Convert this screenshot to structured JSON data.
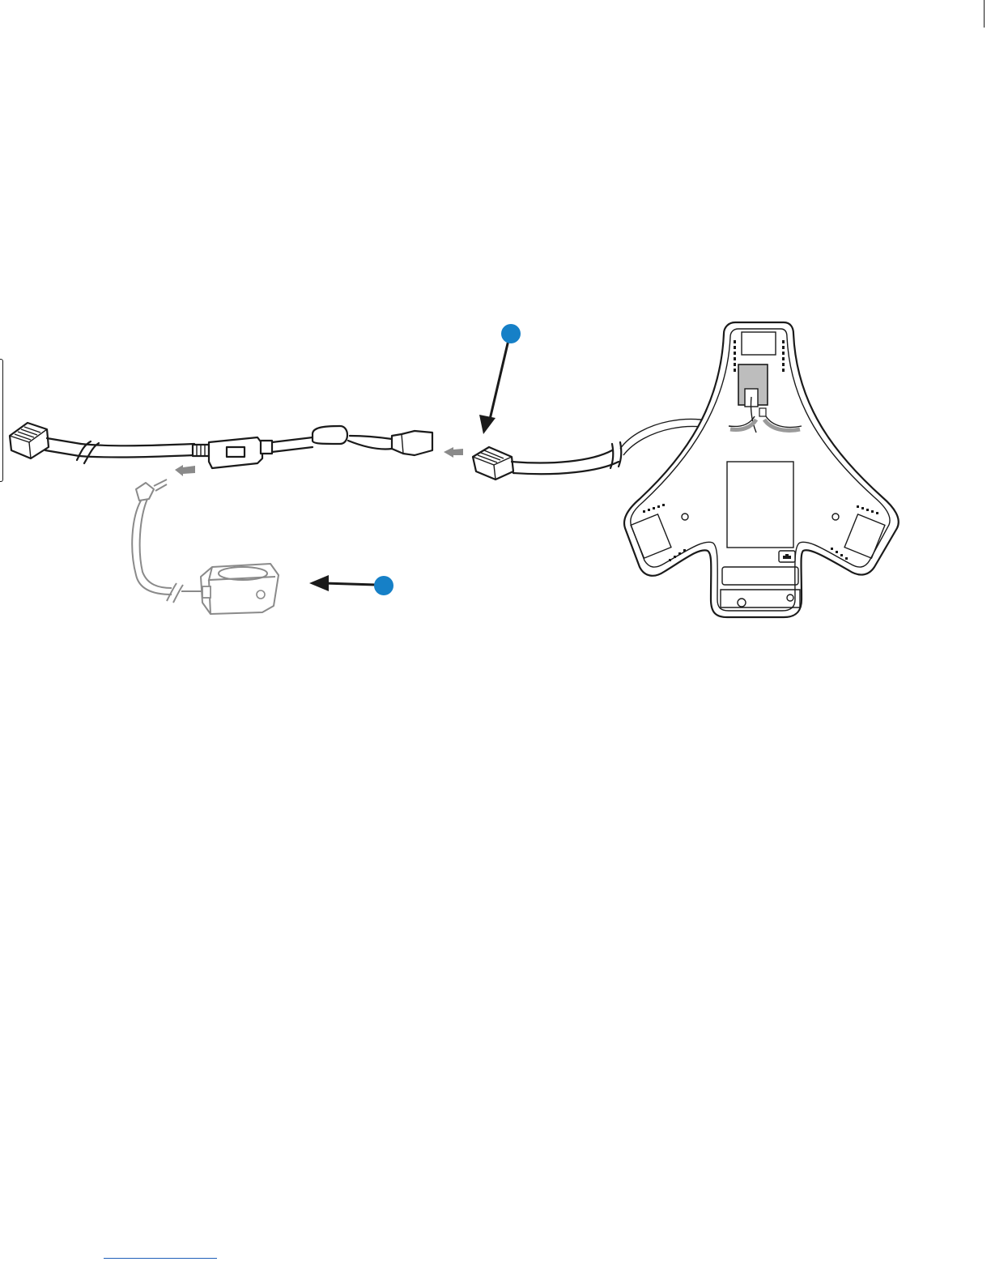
{
  "diagram": {
    "callouts": [
      {
        "id": "callout-1",
        "color": "#1680c7"
      },
      {
        "id": "callout-2",
        "color": "#1680c7"
      }
    ],
    "parts": [
      "rj11-plug-icon",
      "splitter-cable",
      "inline-adapter",
      "coupler-jack",
      "power-plug-icon",
      "power-supply-icon",
      "conference-phone-icon"
    ],
    "colors": {
      "line": "#1a1a1a",
      "accessory": "#8a8a8a",
      "footer_link": "#1f5fb8"
    }
  }
}
